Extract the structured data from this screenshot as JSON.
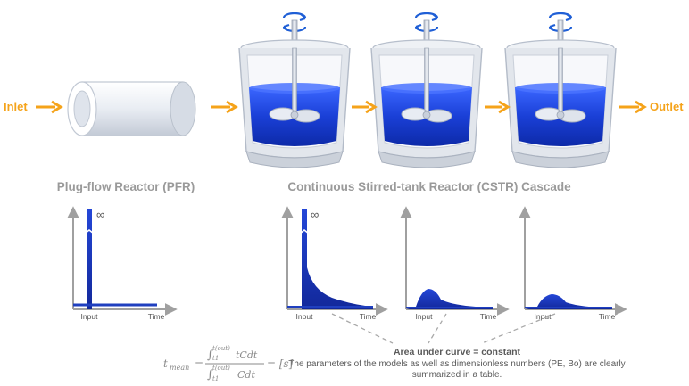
{
  "labels": {
    "inlet": "Inlet",
    "outlet": "Outlet",
    "pfr_title": "Plug-flow Reactor (PFR)",
    "cstr_title": "Continuous Stirred-tank Reactor (CSTR) Cascade"
  },
  "charts": {
    "input_label": "Input",
    "time_label": "Time",
    "infinity": "∞"
  },
  "notes": {
    "area_title": "Area under curve = constant",
    "description_line1": "The parameters of the models as well as dimensionless numbers (PE, Bo) are clearly",
    "description_line2": "summarized in a table."
  },
  "formula": {
    "lhs": "t",
    "lhs_sub": "mean",
    "numerator_upper": "t(out)",
    "numerator_lower": "t1",
    "numerator_body": "tCdt",
    "denominator_upper": "t(out)",
    "denominator_lower": "t1",
    "denominator_body": "Cdt",
    "rhs": "= [s]"
  },
  "colors": {
    "accent_orange": "#f5a31a",
    "fluid_blue": "#1a3fd6",
    "chart_blue": "#1f3fbf",
    "axis_gray": "#9a9a9a",
    "title_gray": "#9a9a9a"
  },
  "icons": {
    "stirrer_rotation": "rotation-arrows-icon"
  }
}
